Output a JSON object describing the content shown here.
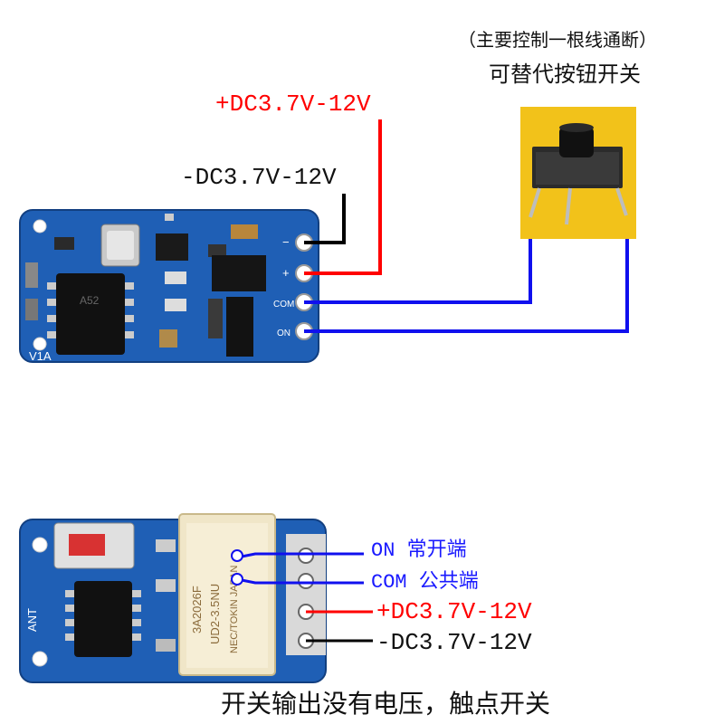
{
  "top_section": {
    "note_line1": "（主要控制一根线通断）",
    "note_line2": "可替代按钮开关",
    "pos_label": "+DC3.7V-12V",
    "neg_label": "-DC3.7V-12V",
    "pcb_version": "V1A",
    "pin_labels": [
      "−",
      "+",
      "COM",
      "ON"
    ],
    "chip_marking": "A52"
  },
  "bottom_section": {
    "relay_marking_1": "3A2026F",
    "relay_marking_2": "UD2-3.5NU",
    "relay_marking_3": "NEC/TOKIN JAPAN",
    "ant_label": "ANT",
    "on_label": "ON 常开端",
    "com_label": "COM 公共端",
    "pos_label": "+DC3.7V-12V",
    "neg_label": "-DC3.7V-12V",
    "footer_caption": "开关输出没有电压，触点开关"
  },
  "colors": {
    "pcb_blue": "#1f5fb5",
    "wire_red": "#ff0000",
    "wire_blue": "#1010ee",
    "wire_black": "#000000",
    "button_bg": "#f2c21a"
  }
}
